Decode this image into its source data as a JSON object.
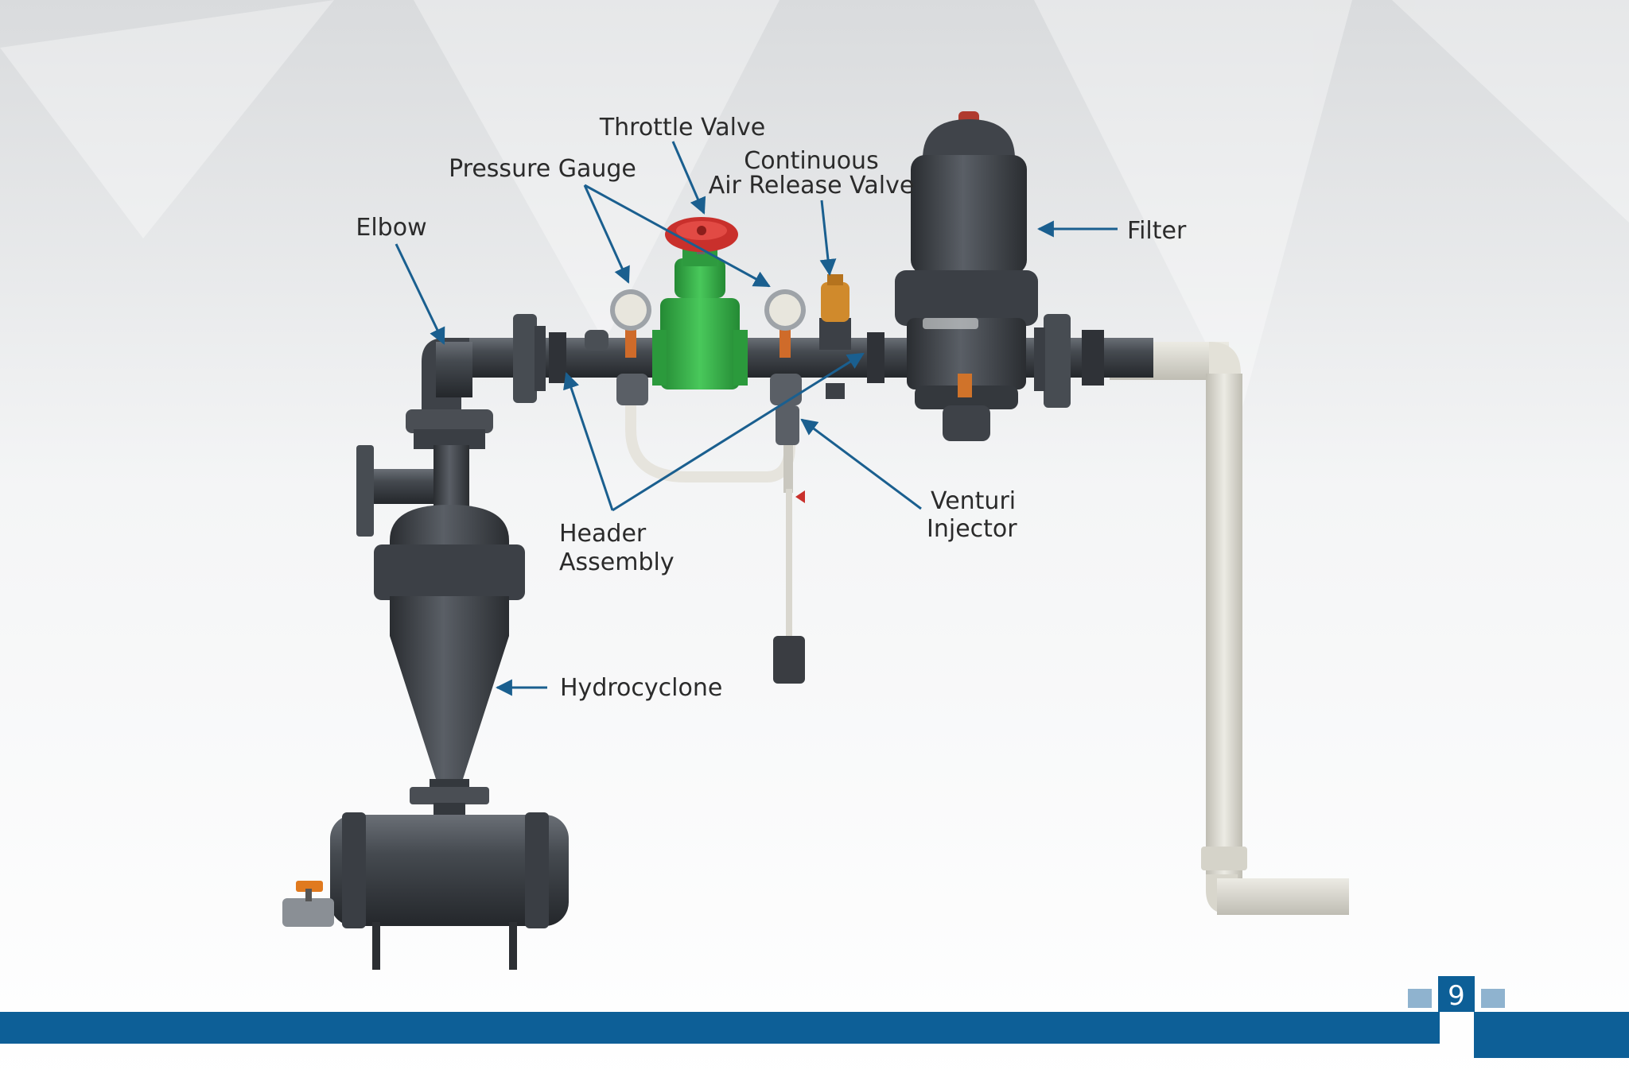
{
  "labels": {
    "throttle_valve": "Throttle Valve",
    "pressure_gauge": "Pressure Gauge",
    "continuous_line1": "Continuous",
    "continuous_line2": "Air Release Valve",
    "elbow": "Elbow",
    "filter": "Filter",
    "header_line1": "Header",
    "header_line2": "Assembly",
    "venturi_line1": "Venturi",
    "venturi_line2": "Injector",
    "hydrocyclone": "Hydrocyclone"
  },
  "page_number": "9",
  "colors": {
    "arrow": "#1a5f8f",
    "footer_bar": "#0d5f97",
    "footer_square": "#8fb3cf",
    "pipe": "#3c4046",
    "valve_red": "#c9302c",
    "valve_green": "#37b34a",
    "white_pipe": "#dedcd2",
    "brass": "#d08a2c"
  }
}
